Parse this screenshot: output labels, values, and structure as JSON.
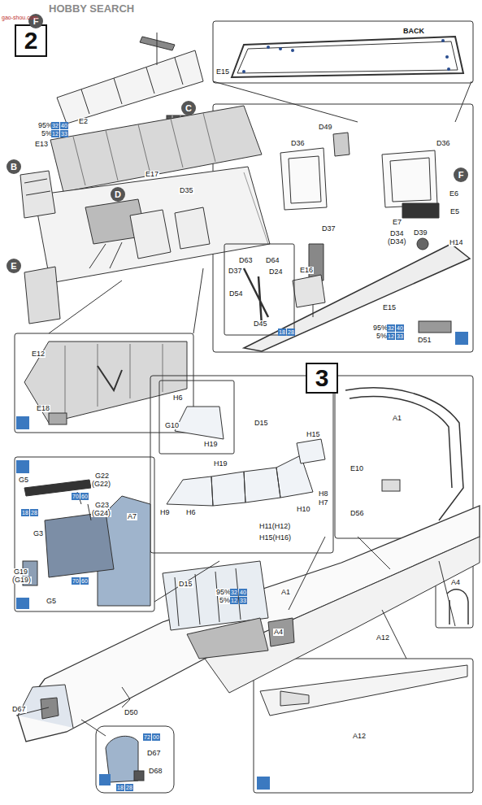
{
  "diagram": {
    "nodes": [
      {
        "text": [
          "2"
        ]
      },
      {
        "text": [
          "F"
        ]
      },
      {
        "text": [
          "C"
        ]
      },
      {
        "text": [
          "B"
        ]
      },
      {
        "text": [
          "D"
        ]
      },
      {
        "text": [
          "E"
        ]
      },
      {
        "text": [
          "F"
        ]
      },
      {
        "text": [
          "3"
        ]
      }
    ],
    "labels": [
      "HOBBY SEARCH",
      "gao-shou.com",
      "95%",
      "32",
      "40",
      "5%",
      "12",
      "33",
      "E2",
      "E13",
      "E17",
      "D35",
      "BACK",
      "E15",
      "D49",
      "D36",
      "D36",
      "E6",
      "E7",
      "E5",
      "D34",
      "(D34)",
      "D39",
      "H14",
      "D37",
      "D63",
      "D64",
      "D37",
      "D24",
      "E16",
      "D54",
      "D45",
      "18",
      "28",
      "E15",
      "95%",
      "32",
      "40",
      "5%",
      "12",
      "33",
      "D51",
      "E12",
      "E18",
      "H6",
      "G10",
      "H19",
      "D15",
      "H15",
      "H19",
      "H8",
      "H7",
      "H6",
      "H10",
      "H9",
      "H11(H12)",
      "H15(H16)",
      "A1",
      "E10",
      "D56",
      "G5",
      "G22",
      "(G22)",
      "G23",
      "(G24)",
      "18",
      "28",
      "70",
      "60",
      "A7",
      "G3",
      "G19",
      "(G19)",
      "70",
      "60",
      "G5",
      "D15",
      "95%",
      "32",
      "40",
      "5%",
      "12",
      "33",
      "A1",
      "A4",
      "A12",
      "D50",
      "D67",
      "72",
      "00",
      "D67",
      "D68",
      "18",
      "28",
      "A4",
      "A12"
    ]
  }
}
